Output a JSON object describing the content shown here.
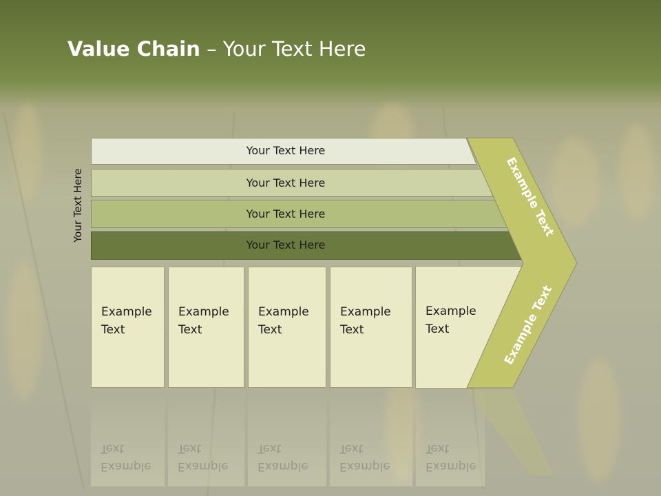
{
  "slide": {
    "title_bold": "Value Chain",
    "title_rest": " – Your Text Here",
    "vertical_label": "Your Text Here"
  },
  "bars": [
    {
      "label": "Your Text Here",
      "color": "#e7e9d9"
    },
    {
      "label": "Your Text Here",
      "color": "#cdd3a6"
    },
    {
      "label": "Your Text Here",
      "color": "#b1be7d"
    },
    {
      "label": "Your Text Here",
      "color": "#6b7a3e"
    }
  ],
  "boxes": [
    {
      "label": "Example\nText"
    },
    {
      "label": "Example\nText"
    },
    {
      "label": "Example\nText"
    },
    {
      "label": "Example\nText"
    },
    {
      "label": "Example\nText"
    }
  ],
  "chevron": {
    "upper_label": "Example Text",
    "lower_label": "Example Text",
    "color": "#c3c56b"
  }
}
